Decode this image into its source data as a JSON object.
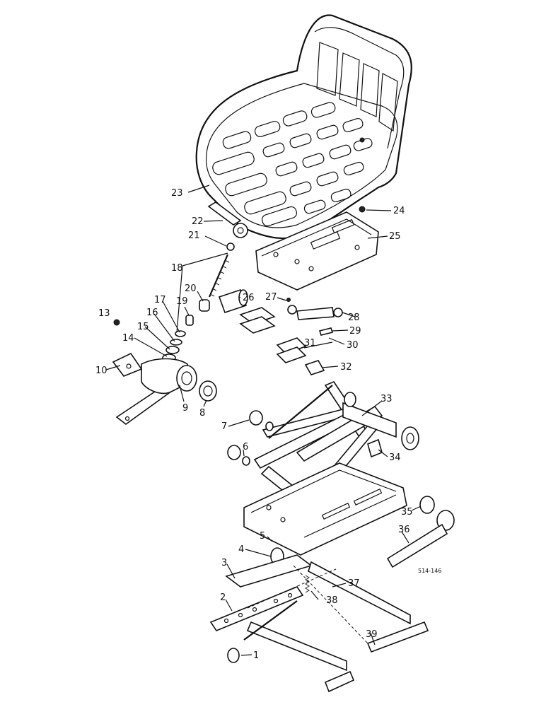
{
  "figure": {
    "reference_code": "514-146",
    "part_numbers": [
      {
        "id": "1",
        "text": "1"
      },
      {
        "id": "2",
        "text": "2"
      },
      {
        "id": "3",
        "text": "3"
      },
      {
        "id": "4",
        "text": "4"
      },
      {
        "id": "5",
        "text": "5"
      },
      {
        "id": "6",
        "text": "6"
      },
      {
        "id": "7",
        "text": "7"
      },
      {
        "id": "8",
        "text": "8"
      },
      {
        "id": "9",
        "text": "9"
      },
      {
        "id": "10",
        "text": "10"
      },
      {
        "id": "13",
        "text": "13"
      },
      {
        "id": "14",
        "text": "14"
      },
      {
        "id": "15",
        "text": "15"
      },
      {
        "id": "16",
        "text": "16"
      },
      {
        "id": "17",
        "text": "17"
      },
      {
        "id": "18",
        "text": "18"
      },
      {
        "id": "19",
        "text": "19"
      },
      {
        "id": "20",
        "text": "20"
      },
      {
        "id": "21",
        "text": "21"
      },
      {
        "id": "22",
        "text": "22"
      },
      {
        "id": "23",
        "text": "23"
      },
      {
        "id": "24",
        "text": "24"
      },
      {
        "id": "25",
        "text": "25"
      },
      {
        "id": "26",
        "text": "26"
      },
      {
        "id": "27",
        "text": "27"
      },
      {
        "id": "28",
        "text": "28"
      },
      {
        "id": "29",
        "text": "29"
      },
      {
        "id": "30",
        "text": "30"
      },
      {
        "id": "31",
        "text": "31"
      },
      {
        "id": "32",
        "text": "32"
      },
      {
        "id": "33",
        "text": "33"
      },
      {
        "id": "34",
        "text": "34"
      },
      {
        "id": "35",
        "text": "35"
      },
      {
        "id": "36",
        "text": "36"
      },
      {
        "id": "37",
        "text": "37"
      },
      {
        "id": "38",
        "text": "38"
      },
      {
        "id": "39",
        "text": "39"
      }
    ]
  }
}
